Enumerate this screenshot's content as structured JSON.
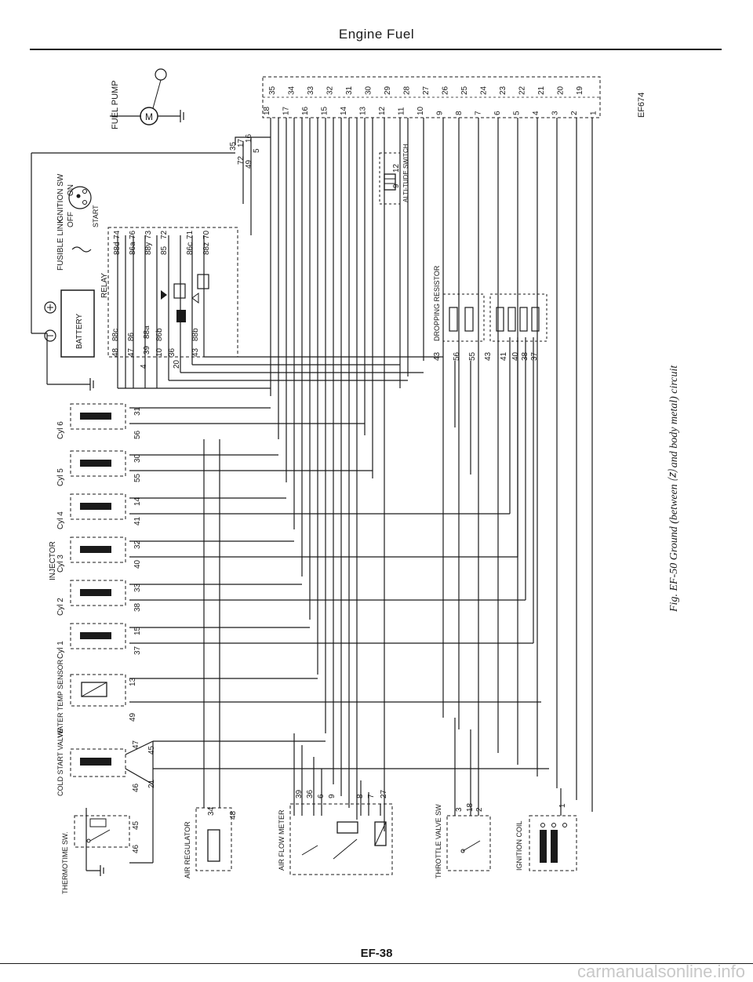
{
  "page": {
    "title": "Engine Fuel",
    "page_number": "EF-38",
    "figure_code": "EF674",
    "caption": "Fig. EF-50 Ground (between ⒵ and body metal) circuit",
    "watermark": "carmanualsonline.info"
  },
  "components": {
    "fuel_pump": "FUEL PUMP",
    "ignition_sw": "IGNITION SW",
    "sw_off": "OFF",
    "sw_on": "ON",
    "sw_start": "START",
    "fusible_link": "FUSIBLE LINK",
    "battery": "BATTERY",
    "relay": "RELAY",
    "altitude_switch": "ALTI-TUDE SWITCH",
    "dropping_resistor": "DROPPING RESISTOR",
    "injector": "INJECTOR",
    "cyl6": "Cyl 6",
    "cyl5": "Cyl 5",
    "cyl4": "Cyl 4",
    "cyl3": "Cyl 3",
    "cyl2": "Cyl 2",
    "cyl1": "Cyl 1",
    "water_temp_sensor": "WATER TEMP SENSOR",
    "cold_start_valve": "COLD START VALVE",
    "thermotime_sw": "THERMOTIME SW.",
    "air_regulator": "AIR REGULATOR",
    "air_flow_meter": "AIR FLOW METER",
    "throttle_valve_sw": "THROTTLE VALVE SW",
    "ignition_coil": "IGNITION COIL",
    "motor": "M"
  },
  "connector_pins": {
    "top_row": [
      "35",
      "34",
      "33",
      "32",
      "31",
      "30",
      "29",
      "28",
      "27",
      "26",
      "25",
      "24",
      "23",
      "22",
      "21",
      "20",
      "19"
    ],
    "bottom_row": [
      "18",
      "17",
      "16",
      "15",
      "14",
      "13",
      "12",
      "11",
      "10",
      "9",
      "8",
      "7",
      "6",
      "5",
      "4",
      "3",
      "2",
      "1"
    ]
  },
  "terminals": {
    "relay_top": [
      "88d",
      "74",
      "86a",
      "76",
      "88y",
      "73",
      "85",
      "72",
      "86c",
      "71",
      "88z",
      "70"
    ],
    "relay_bottom": [
      "48",
      "88c",
      "47",
      "86",
      "39",
      "88a",
      "10",
      "86b",
      "36",
      "20",
      "43",
      "88b",
      "4"
    ],
    "connector_side": [
      "72",
      "49",
      "5",
      "35",
      "17",
      "16"
    ],
    "altitude": [
      "12",
      "9"
    ],
    "dropping_upper": [
      "43",
      "56",
      "55"
    ],
    "dropping_lower": [
      "43",
      "41",
      "40",
      "38",
      "37"
    ],
    "cyl6": [
      "31",
      "56"
    ],
    "cyl5": [
      "30",
      "55"
    ],
    "cyl4": [
      "14",
      "41"
    ],
    "cyl3": [
      "32",
      "40"
    ],
    "cyl2": [
      "33",
      "38"
    ],
    "cyl1": [
      "15",
      "37"
    ],
    "water": [
      "13",
      "49"
    ],
    "cold_start": [
      "47",
      "45",
      "46",
      "21"
    ],
    "thermotime": [
      "45",
      "46"
    ],
    "air_reg": [
      "34",
      "48"
    ],
    "air_flow": [
      "39",
      "36",
      "6",
      "9",
      "8",
      "7",
      "27"
    ],
    "throttle": [
      "3",
      "18",
      "2"
    ],
    "coil": [
      "1"
    ]
  }
}
